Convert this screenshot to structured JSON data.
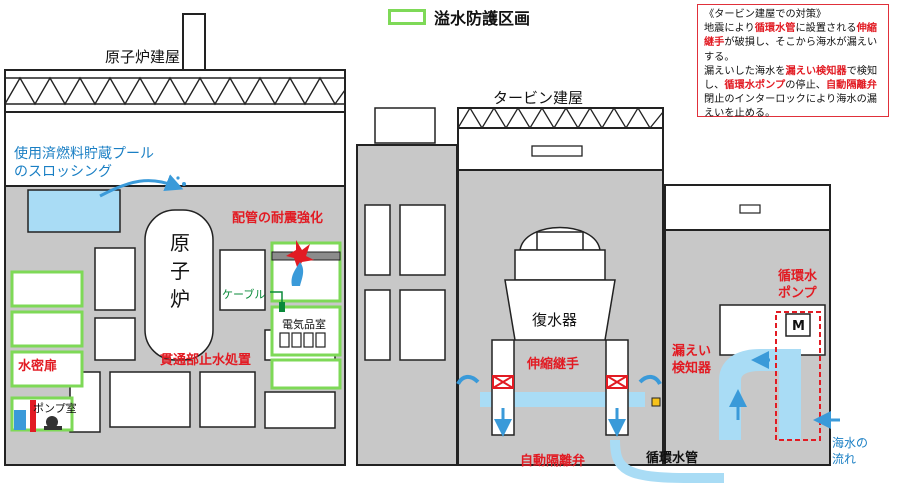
{
  "legend": {
    "label": "溢水防護区画",
    "swatch_color": "#7ed957"
  },
  "buildings": {
    "reactor": "原子炉建屋",
    "turbine": "タービン建屋"
  },
  "labels": {
    "spent_fuel_pool_1": "使用済燃料貯蔵プール",
    "spent_fuel_pool_2": "のスロッシング",
    "reactor_1": "原",
    "reactor_2": "子",
    "reactor_3": "炉",
    "pipe_seismic": "配管の耐震強化",
    "cable": "ケーブル",
    "electrical_room": "電気品室",
    "penetration_seal": "貫通部止水処置",
    "watertight_door": "水密扉",
    "pump_room": "ポンプ室",
    "condenser": "復水器",
    "expansion_joint": "伸縮継手",
    "leak_detector_1": "漏えい",
    "leak_detector_2": "検知器",
    "circ_pump_1": "循環水",
    "circ_pump_2": "ポンプ",
    "motor": "M",
    "auto_isolation_valve": "自動隔離弁",
    "circ_pipe": "循環水管",
    "seawater_1": "海水の",
    "seawater_2": "流れ"
  },
  "note": {
    "title": "《タービン建屋での対策》",
    "p1_a": "地震により",
    "p1_b": "循環水管",
    "p1_c": "に設置される",
    "p1_d": "伸縮継手",
    "p1_e": "が破損し、そこから海水が漏えいする。",
    "p2_a": "漏えいした海水を",
    "p2_b": "漏えい検知器",
    "p2_c": "で検知し、",
    "p2_d": "循環水ポンプ",
    "p2_e": "の停止、",
    "p2_f": "自動隔離弁",
    "p2_g": "閉止のインターロックにより海水の漏えいを止める。"
  },
  "colors": {
    "accent_red": "#e21b23",
    "water_blue": "#a9dcf5",
    "arrow_blue": "#3a9ad9",
    "building_gray": "#c8c8c8",
    "green_zone": "#7ed957",
    "label_blue": "#1a7fc4"
  }
}
